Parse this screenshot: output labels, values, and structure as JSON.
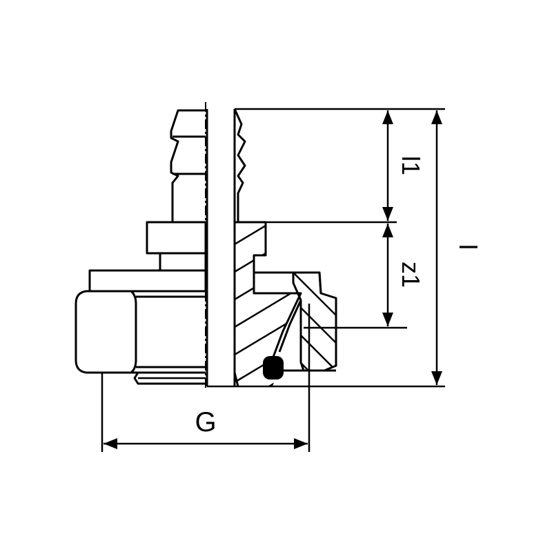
{
  "drawing": {
    "dimensions": {
      "l1": "l1",
      "z1": "z1",
      "l": "l",
      "G": "G"
    },
    "colors": {
      "line": "#000000",
      "background": "#ffffff"
    }
  }
}
